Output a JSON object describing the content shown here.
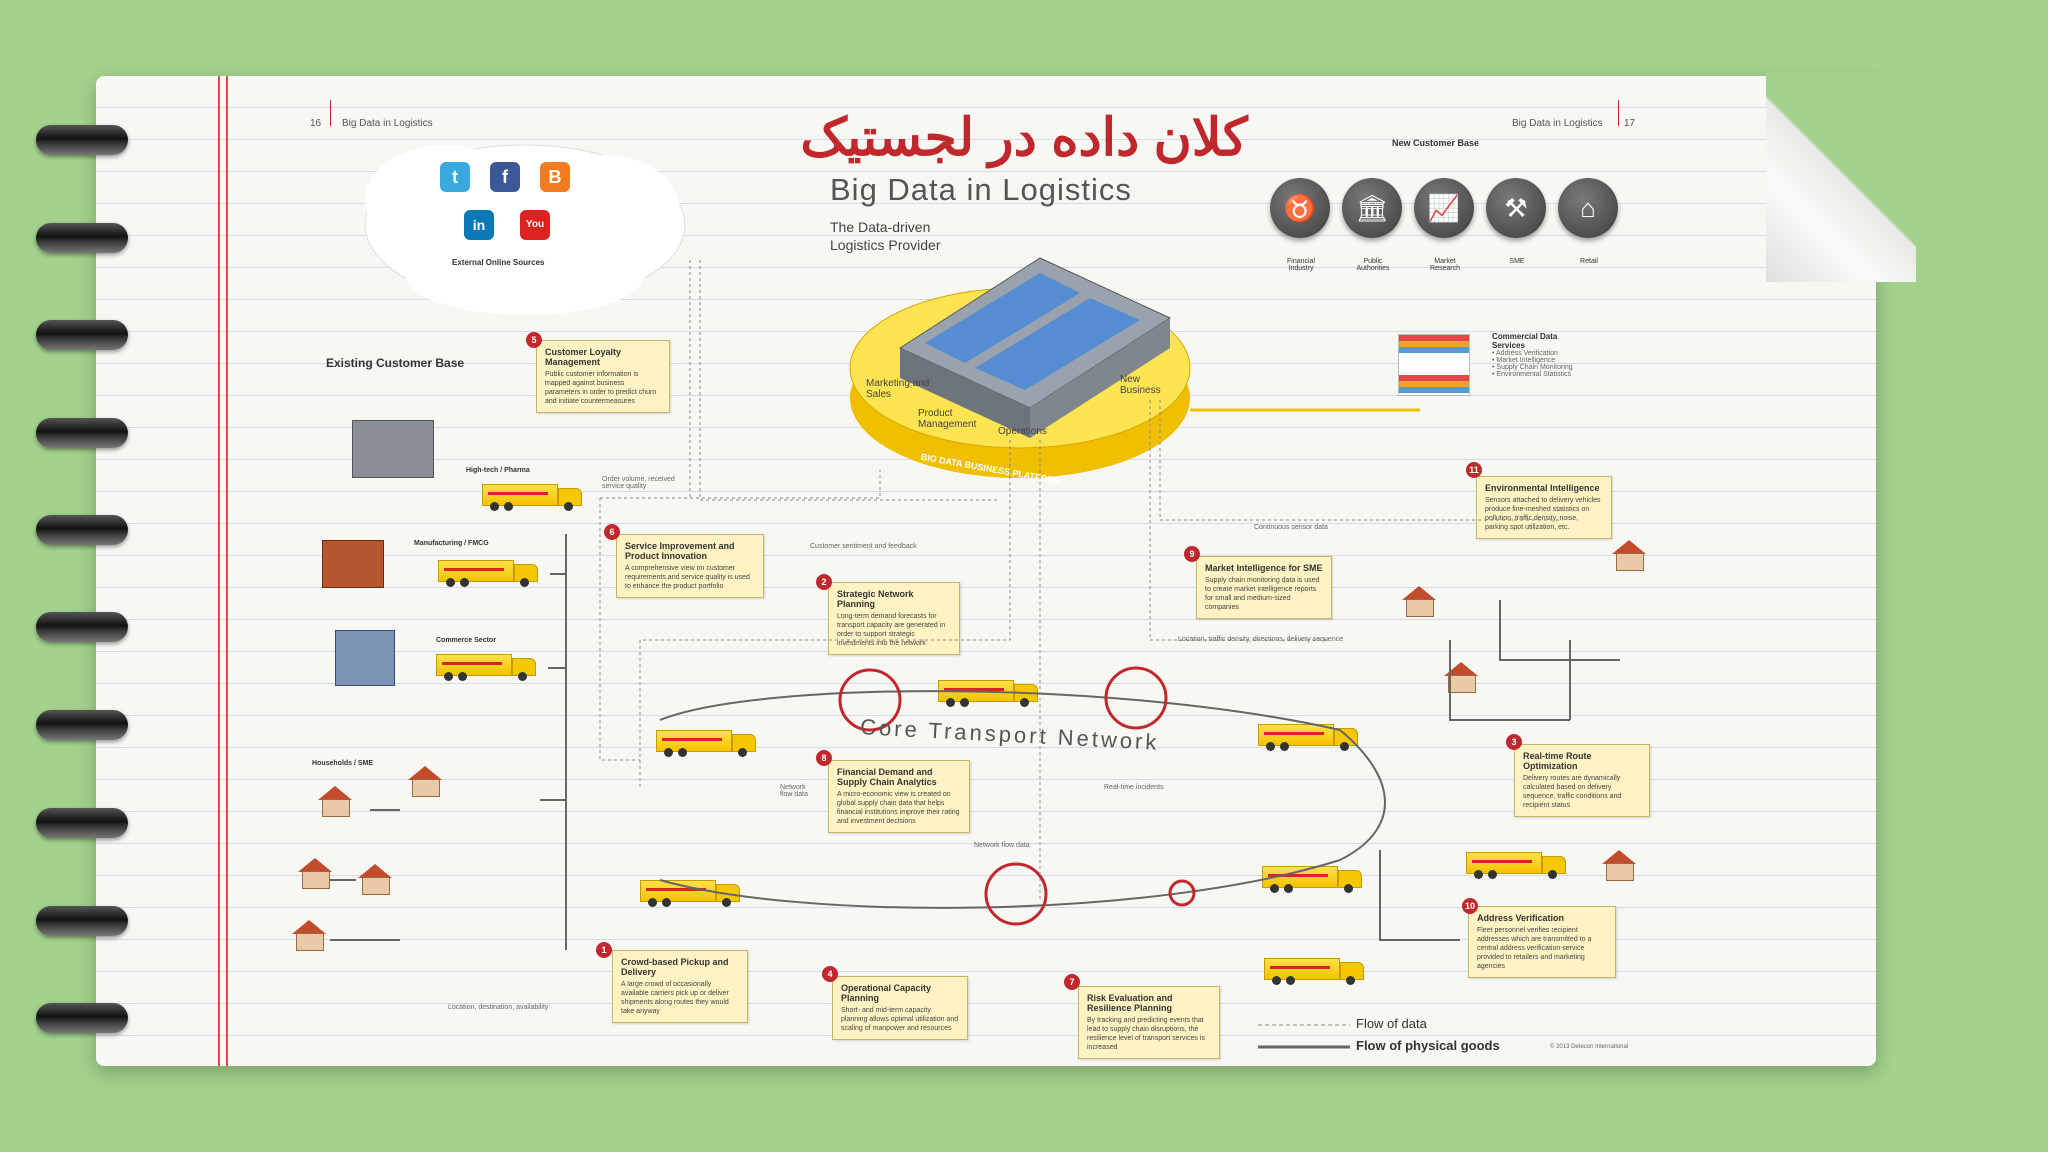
{
  "title_fa": "کلان داده در لجستیک",
  "header": {
    "page_left": "16",
    "left_text": "Big Data in Logistics",
    "right_text": "Big Data in Logistics",
    "page_right": "17"
  },
  "main_title": "Big Data in Logistics",
  "subtitle_line1": "The Data-driven",
  "subtitle_line2": "Logistics Provider",
  "external": {
    "label": "External Online Sources",
    "icons": [
      "twitter-icon",
      "facebook-icon",
      "blogger-icon",
      "linkedin-icon",
      "youtube-icon"
    ]
  },
  "existing_base": "Existing Customer Base",
  "new_base": {
    "title": "New Customer Base",
    "items": [
      "Financial Industry",
      "Public Authorities",
      "Market Research",
      "SME",
      "Retail"
    ]
  },
  "commercial": {
    "title": "Commercial Data Services",
    "items": [
      "• Address Verification",
      "• Market Intelligence",
      "• Supply Chain Monitoring",
      "• Environmental Statistics"
    ]
  },
  "platform": {
    "label": "BIG DATA BUSINESS PLATFORM",
    "sectors": [
      "Marketing and Sales",
      "Product Management",
      "Operations",
      "New Business"
    ]
  },
  "segments": [
    "High-tech / Pharma",
    "Manufacturing / FMCG",
    "Commerce Sector",
    "Households / SME"
  ],
  "core": "Core Transport Network",
  "boxes": [
    {
      "n": "5",
      "t": "Customer Loyalty Management",
      "d": "Public customer information is mapped against business parameters in order to predict churn and initiate countermeasures"
    },
    {
      "n": "6",
      "t": "Service Improvement and Product Innovation",
      "d": "A comprehensive view on customer requirements and service quality is used to enhance the product portfolio"
    },
    {
      "n": "2",
      "t": "Strategic Network Planning",
      "d": "Long-term demand forecasts for transport capacity are generated in order to support strategic investments into the network"
    },
    {
      "n": "8",
      "t": "Financial Demand and Supply Chain Analytics",
      "d": "A micro-economic view is created on global supply chain data that helps financial institutions improve their rating and investment decisions"
    },
    {
      "n": "9",
      "t": "Market Intelligence for SME",
      "d": "Supply chain monitoring data is used to create market intelligence reports for small and medium-sized companies"
    },
    {
      "n": "11",
      "t": "Environmental Intelligence",
      "d": "Sensors attached to delivery vehicles produce fine-meshed statistics on pollution, traffic density, noise, parking spot utilization, etc."
    },
    {
      "n": "3",
      "t": "Real-time Route Optimization",
      "d": "Delivery routes are dynamically calculated based on delivery sequence, traffic conditions and recipient status"
    },
    {
      "n": "1",
      "t": "Crowd-based Pickup and Delivery",
      "d": "A large crowd of occasionally available carriers pick up or deliver shipments along routes they would take anyway"
    },
    {
      "n": "4",
      "t": "Operational Capacity Planning",
      "d": "Short- and mid-term capacity planning allows optimal utilization and scaling of manpower and resources"
    },
    {
      "n": "7",
      "t": "Risk Evaluation and Resilience Planning",
      "d": "By tracking and predicting events that lead to supply chain disruptions, the resilience level of transport services is increased"
    },
    {
      "n": "10",
      "t": "Address Verification",
      "d": "Fleet personnel verifies recipient addresses which are transmitted to a central address verification service provided to retailers and marketing agencies"
    }
  ],
  "flow_labels": {
    "order": "Order volume, received service quality",
    "customer": "Customer sentiment and feedback",
    "sensor": "Continuous sensor data",
    "location": "Location, traffic density, directions, delivery sequence",
    "network_flow": "Network flow data",
    "incidents": "Real-time incidents",
    "network": "Network flow data",
    "loc_dest": "Location, destination, availability"
  },
  "legend": {
    "data": "Flow of data",
    "goods": "Flow of physical goods"
  },
  "copyright": "© 2013 Detecon International",
  "colors": {
    "accent": "#c0282d",
    "dhl_yellow": "#f5c700",
    "background": "#a3d28c"
  }
}
